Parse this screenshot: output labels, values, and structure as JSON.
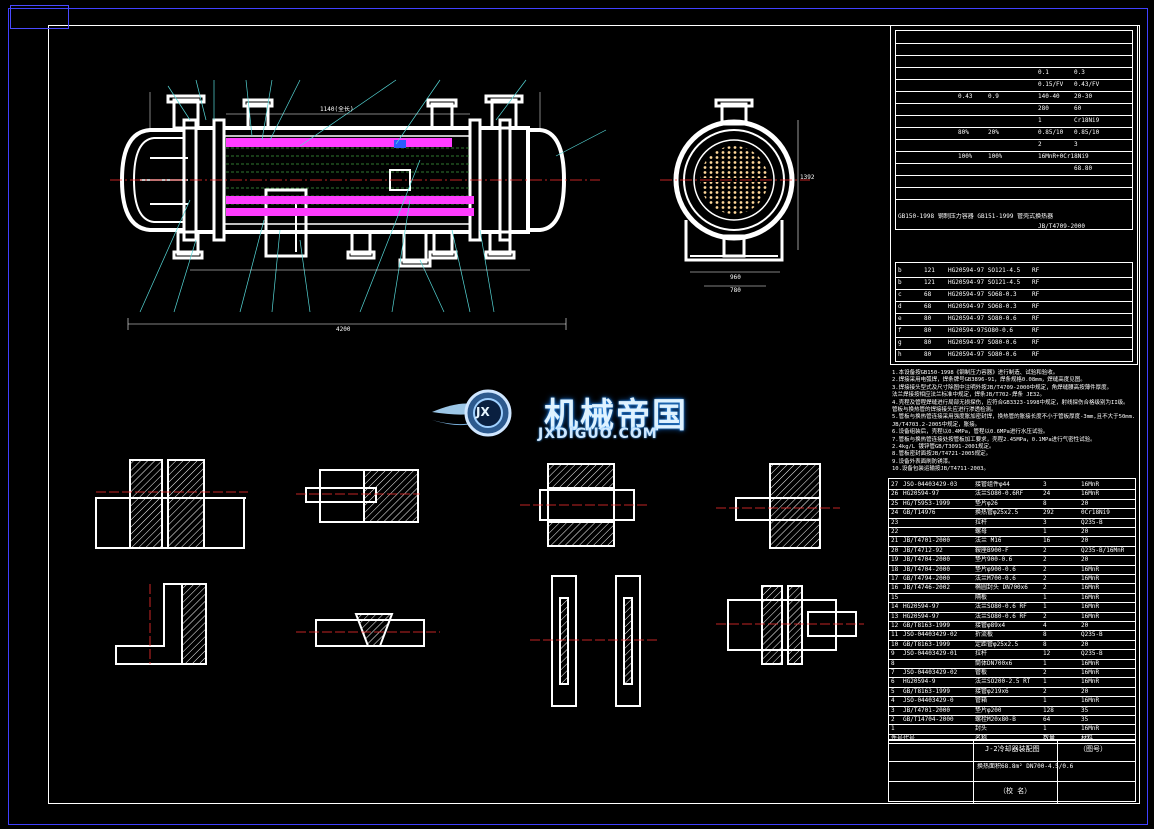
{
  "watermark": {
    "cn": "机械帝国",
    "en": "JXDIGUO.COM",
    "logo_letters": "JX"
  },
  "dimensions": {
    "main_overall": "4200",
    "main_tube_span": "1140(全长)",
    "end_height": "1392",
    "end_width_1": "960",
    "end_width_2": "780"
  },
  "nozzle_table": {
    "rows": [
      [
        "b",
        "121",
        "HG20594-97 SO121-4.5",
        "RF"
      ],
      [
        "b",
        "121",
        "HG20594-97 SO121-4.5",
        "RF"
      ],
      [
        "c",
        "68",
        "HG20594-97 SO68-0.3",
        "RF"
      ],
      [
        "d",
        "68",
        "HG20594-97 SO68-0.3",
        "RF"
      ],
      [
        "e",
        "80",
        "HG20594-97 SO80-0.6",
        "RF"
      ],
      [
        "f",
        "80",
        "HG20594-97SO80-0.6",
        "RF"
      ],
      [
        "g",
        "80",
        "HG20594-97 SO80-0.6",
        "RF"
      ],
      [
        "h",
        "80",
        "HG20594-97 SO80-0.6",
        "RF"
      ]
    ]
  },
  "design_table": {
    "values": [
      "0.1",
      "0.3",
      "0.15/FV",
      "0.43/FV",
      "140-40",
      "20-30",
      "280",
      "60",
      "1",
      "Cr18Ni9",
      "0.85/10",
      "0.85/10",
      "2",
      "3",
      "16MnR+0Cr18Ni9",
      "68.80",
      "0.43",
      "0.9",
      "80%",
      "20%",
      "100%",
      "100%"
    ],
    "standard_1": "GB150-1998 钢制压力容器  GB151-1999 管壳式换热器",
    "standard_2": "JB/T4709-2000"
  },
  "notes": [
    "1.本设备按GB150-1998《钢制压力容器》进行制造、试验和验收。",
    "2.焊接采用电弧焊，焊条牌号GB3896-91，焊条规格0.08mm，焊缝高度见图。",
    "3.焊接接头型式及尺寸除图中注明外按JB/T4709-2000中规定，角焊缝腰高按薄件厚度。",
    "  法兰焊接按相应法兰标准中规定，焊条JB/T702-焊条 JE32。",
    "4.壳程及管程焊缝进行局部无损探伤，应符合GB3323-1998中规定，射线探伤合格级别为II级。",
    "  管板与换热管的焊接接头应进行渗透检测。",
    "5.管板与换热管连接采用强度胀加密封焊，换热管的胀接长度不小于管板厚度-3mm,且不大于50mm.",
    "  JB/T4703.2-2005中规定，胀接。",
    "6.设备组装后，壳程以0.4MPa，管程以0.6MPa进行水压试验。",
    "7.管板与换热管连接处按管板加工要求，壳程2.45MPa，0.1MPa进行气密性试验。",
    "  2.4kg/L 镀锌管GB/T3091-2001规定。",
    "8.管板密封面按JB/T4721-2005规定。",
    "9.设备外表面刷防锈漆。",
    "10.设备包装运输按JB/T4711-2003。"
  ],
  "parts_list": {
    "rows": [
      [
        "27",
        "JSO-04403429-03",
        "接管组件φ44",
        "3",
        "16MnR"
      ],
      [
        "26",
        "HG20594-97",
        "法兰SO80-0.6RF",
        "24",
        "16MnR"
      ],
      [
        "25",
        "HG/T5953-1999",
        "垫片φ26",
        "8",
        "20"
      ],
      [
        "24",
        "GB/T14976",
        "换热管φ25x2.5",
        "292",
        "0Cr18Ni9"
      ],
      [
        "23",
        "",
        "拉杆",
        "3",
        "Q235-B"
      ],
      [
        "22",
        "",
        "螺母",
        "1",
        "20"
      ],
      [
        "21",
        "JB/T4701-2000",
        "法兰 M16",
        "16",
        "20"
      ],
      [
        "20",
        "JB/T4712-92",
        "鞍座B900-F",
        "2",
        "Q235-B/16MnR"
      ],
      [
        "19",
        "JB/T4704-2000",
        "垫片900-0.6",
        "2",
        "20"
      ],
      [
        "18",
        "JB/T4704-2000",
        "垫片φ900-0.6",
        "2",
        "16MnR"
      ],
      [
        "17",
        "GB/T4794-2000",
        "法兰M700-0.6",
        "2",
        "16MnR"
      ],
      [
        "16",
        "JB/T4746-2002",
        "椭圆封头 DN700x6",
        "2",
        "16MnR"
      ],
      [
        "15",
        "",
        "隔板",
        "1",
        "16MnR"
      ],
      [
        "14",
        "HG20594-97",
        "法兰SO80-0.6 RF",
        "1",
        "16MnR"
      ],
      [
        "13",
        "HG20594-97",
        "法兰SO80-0.6 RF",
        "2",
        "16MnR"
      ],
      [
        "12",
        "GB/T8163-1999",
        "接管φ89x4",
        "4",
        "20"
      ],
      [
        "11",
        "JSO-04403429-02",
        "折流板",
        "8",
        "Q235-B"
      ],
      [
        "10",
        "GB/T8163-1999",
        "定距管φ25x2.5",
        "8",
        "20"
      ],
      [
        "9",
        "JSO-04403429-01",
        "拉杆",
        "12",
        "Q235-B"
      ],
      [
        "8",
        "",
        "筒体DN700x6",
        "1",
        "16MnR"
      ],
      [
        "7",
        "JSO-04403429-02",
        "管板",
        "2",
        "16MnR"
      ],
      [
        "6",
        "HG20594-9",
        "法兰SO200-2.5 RT",
        "1",
        "16MnR"
      ],
      [
        "5",
        "GB/T8163-1999",
        "接管φ219x6",
        "2",
        "20"
      ],
      [
        "4",
        "JSO-04403429-0",
        "管箱",
        "1",
        "16MnR"
      ],
      [
        "3",
        "JB/T4701-2000",
        "垫片φ200",
        "128",
        "35"
      ],
      [
        "2",
        "GB/T14704-2000",
        "螺栓M20x80-B",
        "64",
        "35"
      ],
      [
        "1",
        "",
        "封头",
        "1",
        "16MnR"
      ]
    ],
    "header": [
      "件号",
      "代号",
      "名称",
      "数量",
      "材料"
    ]
  },
  "title_block": {
    "name": "J-2冷却器装配图",
    "sub": "换热面积68.8m²  DN700-4.5/0.6",
    "scale_label": "（图号）",
    "school": "（校 名）"
  }
}
